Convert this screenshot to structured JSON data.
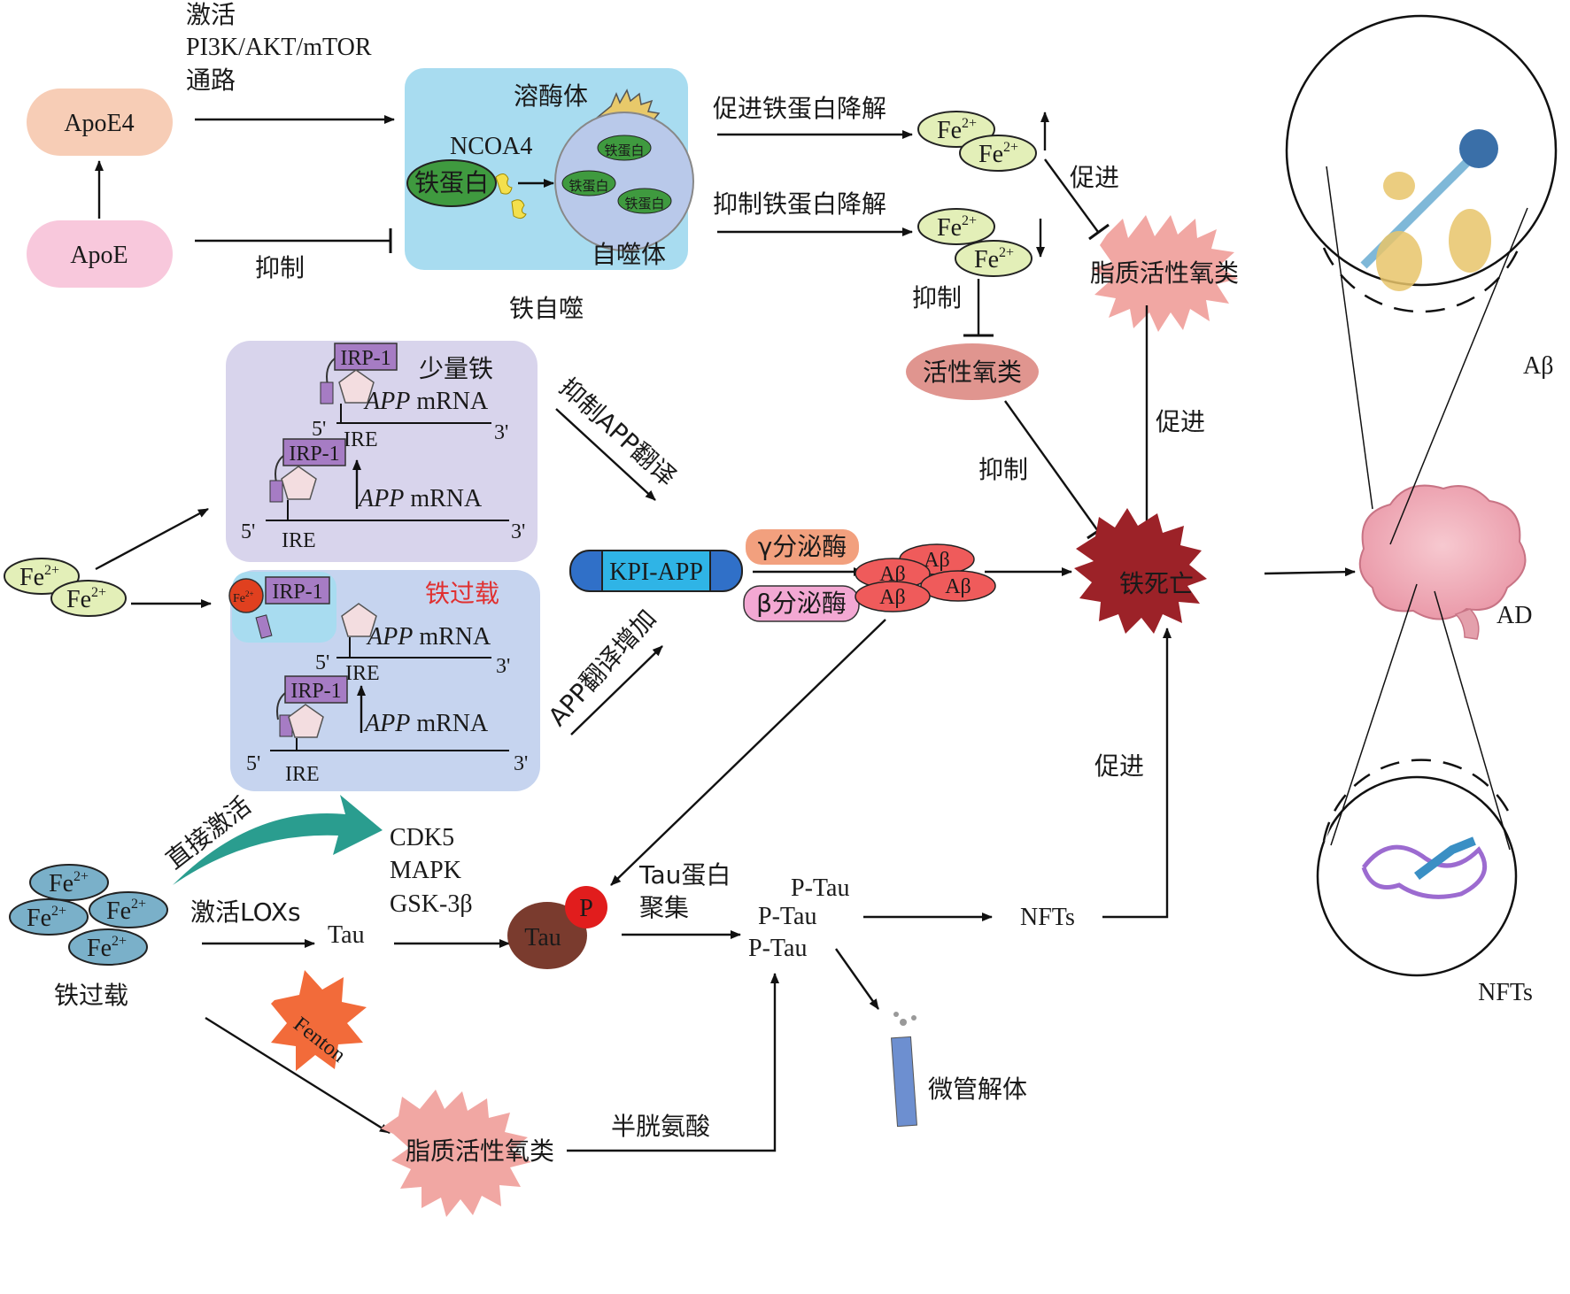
{
  "colors": {
    "apoe4": "#f7cdb6",
    "apoe": "#f8c8dc",
    "ferritinophagy_box": "#a8dcf0",
    "irp_box_low": "#d8d4ec",
    "irp_box_high": "#c6d4ef",
    "irp1": "#a67cc4",
    "fe_light": "#e3efb8",
    "fe_overload": "#7ab0c9",
    "ferroptosis": "#9c2228",
    "lipid_ros": "#f1a7a3",
    "ros": "#e0958f",
    "abeta": "#ef5b5b",
    "gamma_secretase": "#f2a07e",
    "beta_secretase": "#f3a8d3",
    "kpi_app": "#2fb4e6",
    "tau": "#7a3b2e",
    "phospho": "#e11d1d",
    "fenton": "#f26b3a",
    "ldl_arrow": "#2a9d8f"
  },
  "ferritinophagy": {
    "activate_label": "激活",
    "pathway_label": "PI3K/AKT/mTOR",
    "pathway_label2": "通路",
    "apoe4": "ApoE4",
    "apoe": "ApoE",
    "inhibit_label": "抑制",
    "lysosome": "溶酶体",
    "ncoa4": "NCOA4",
    "ferritin": "铁蛋白",
    "autophagosome": "自噬体",
    "caption": "铁自噬",
    "promote_degrade": "促进铁蛋白降解",
    "inhibit_degrade": "抑制铁蛋白降解",
    "promote": "促进",
    "inhibit": "抑制",
    "lipid_ros": "脂质活性氧类",
    "ros": "活性氧类",
    "ferroptosis_promote": "促进",
    "ros_inhibit": "抑制"
  },
  "fe": {
    "base": "Fe",
    "charge": "2+"
  },
  "irp": {
    "irp1": "IRP-1",
    "low_iron": "少量铁",
    "overload": "铁过载",
    "app": "APP",
    "mrna": " mRNA",
    "ire": "IRE",
    "five": "5'",
    "three": "3'",
    "inhibit_translation": "抑制APP翻译",
    "increase_translation": "APP翻译增加"
  },
  "amyloid": {
    "kpi_app": "KPI-APP",
    "gamma": "γ分泌酶",
    "beta": "β分泌酶",
    "abeta": "Aβ",
    "ferroptosis": "铁死亡",
    "ad": "AD",
    "abeta_panel": "Aβ",
    "nfts_panel": "NFTs"
  },
  "tau": {
    "direct_activate": "直接激活",
    "kinases": [
      "CDK5",
      "MAPK",
      "GSK-3β"
    ],
    "activate_loxs": "激活LOXs",
    "tau": "Tau",
    "p": "P",
    "tau_aggregation": "Tau蛋白",
    "tau_aggregation2": "聚集",
    "ptau": "P-Tau",
    "nfts": "NFTs",
    "promote": "促进",
    "microtubule": "微管解体",
    "overload": "铁过载",
    "fenton": "Fenton",
    "lipid_ros": "脂质活性氧类",
    "cysteine": "半胱氨酸"
  }
}
